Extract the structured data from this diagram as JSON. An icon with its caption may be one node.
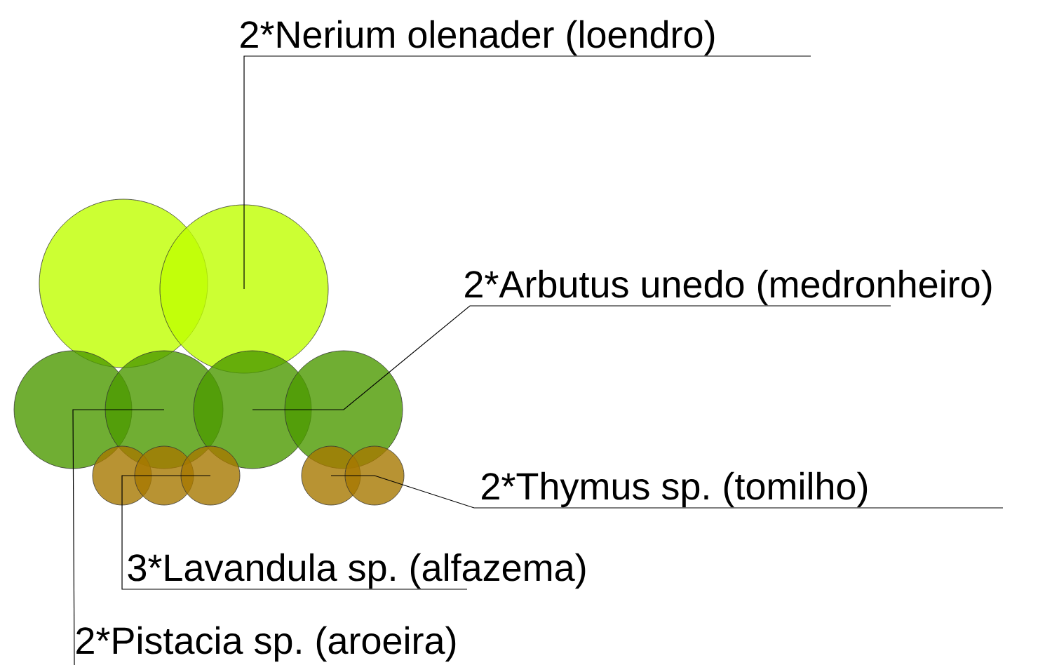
{
  "diagram": {
    "nodes": [
      {
        "text": [
          "2*Nerium olenader (loendro)"
        ]
      },
      {
        "text": [
          "2*Arbutus unedo (medronheiro)"
        ]
      },
      {
        "text": [
          "2*Thymus sp. (tomilho)"
        ]
      },
      {
        "text": [
          "3*Lavandula sp. (alfazema)"
        ]
      },
      {
        "text": [
          "2*Pistacia sp. (aroeira)"
        ]
      },
      {
        "text": [],
        "shape": "circle"
      },
      {
        "text": [],
        "shape": "circle"
      },
      {
        "text": [],
        "shape": "circle"
      },
      {
        "text": [],
        "shape": "circle"
      },
      {
        "text": [],
        "shape": "circle"
      },
      {
        "text": [],
        "shape": "circle"
      },
      {
        "text": [],
        "shape": "circle"
      },
      {
        "text": [],
        "shape": "circle"
      },
      {
        "text": [],
        "shape": "circle"
      },
      {
        "text": [],
        "shape": "circle"
      },
      {
        "text": [],
        "shape": "circle"
      }
    ],
    "edges": [
      {
        "from": 0,
        "to": 6,
        "arrow": "none"
      },
      {
        "from": 1,
        "to": 10,
        "arrow": "none"
      },
      {
        "from": 1,
        "to": 9,
        "arrow": "none"
      },
      {
        "from": 2,
        "to": 15,
        "arrow": "none"
      },
      {
        "from": 2,
        "to": 14,
        "arrow": "none"
      },
      {
        "from": 3,
        "to": 11,
        "arrow": "none"
      },
      {
        "from": 3,
        "to": 12,
        "arrow": "none"
      },
      {
        "from": 3,
        "to": 13,
        "arrow": "none"
      },
      {
        "from": 4,
        "to": 7,
        "arrow": "none"
      },
      {
        "from": 4,
        "to": 8,
        "arrow": "none"
      }
    ]
  }
}
